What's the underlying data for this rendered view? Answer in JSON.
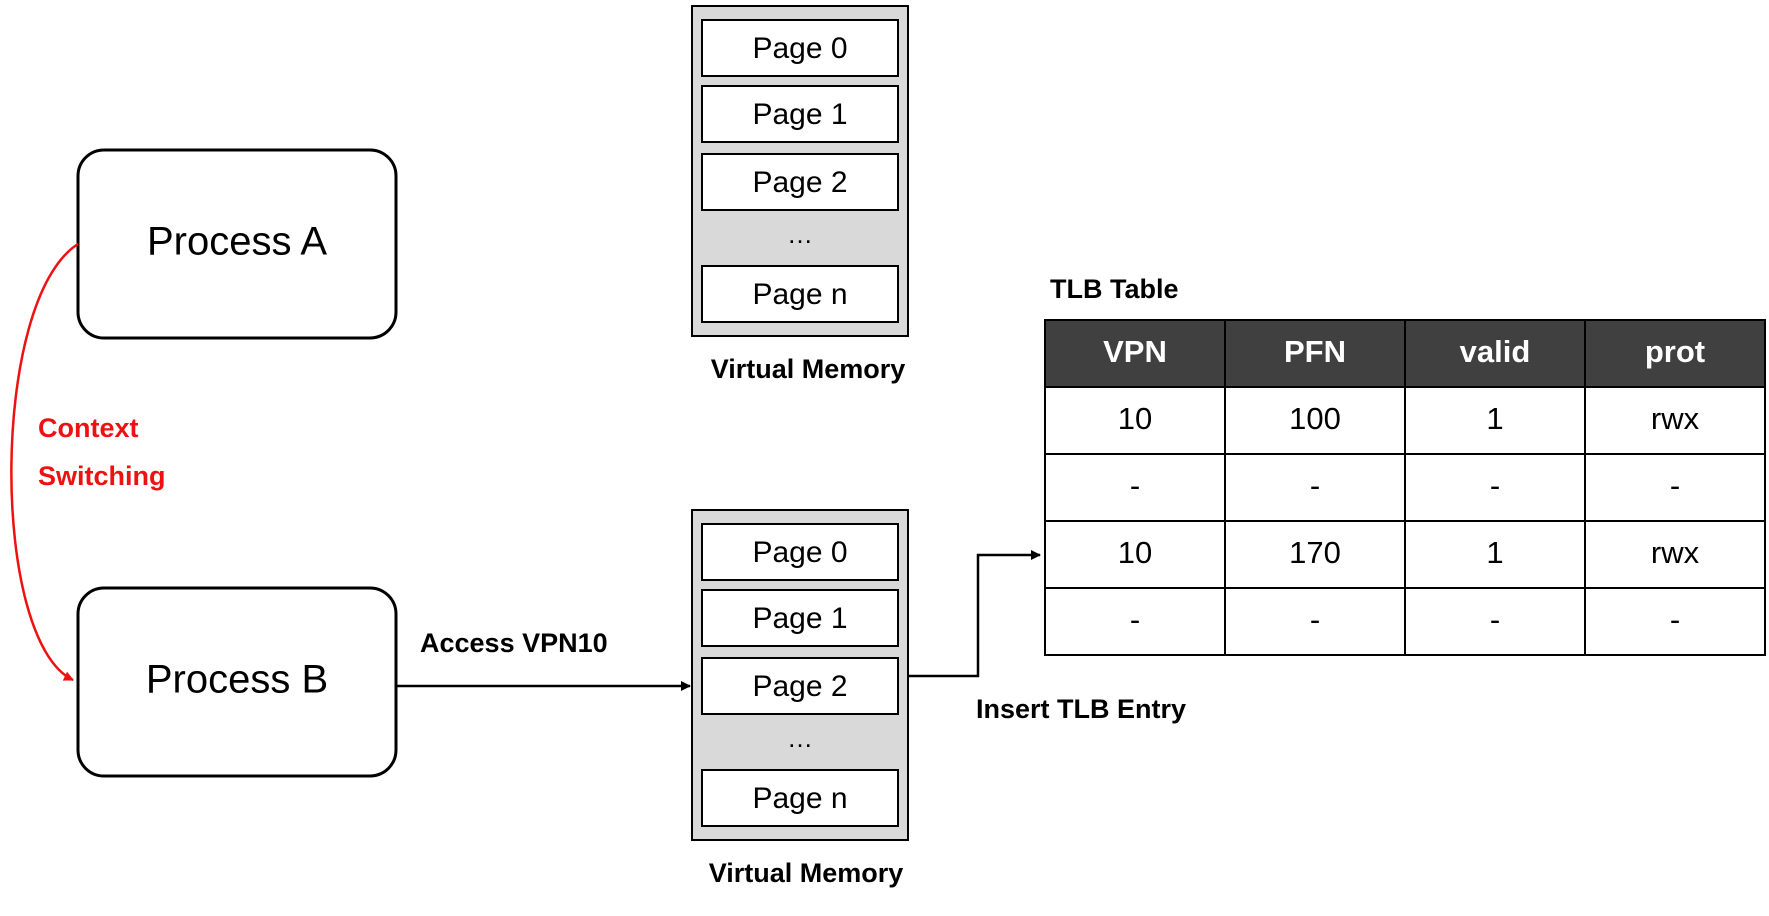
{
  "processes": {
    "a": "Process A",
    "b": "Process B"
  },
  "context_switch": {
    "line1": "Context",
    "line2": "Switching",
    "color": "#ee1111"
  },
  "access_label": "Access VPN10",
  "insert_label": "Insert TLB Entry",
  "virtual_memory": {
    "caption": "Virtual Memory",
    "pages": [
      "Page 0",
      "Page 1",
      "Page 2",
      "…",
      "Page n"
    ]
  },
  "tlb": {
    "title": "TLB Table",
    "header_color": "#404040",
    "columns": [
      "VPN",
      "PFN",
      "valid",
      "prot"
    ],
    "rows": [
      [
        "10",
        "100",
        "1",
        "rwx"
      ],
      [
        "-",
        "-",
        "-",
        "-"
      ],
      [
        "10",
        "170",
        "1",
        "rwx"
      ],
      [
        "-",
        "-",
        "-",
        "-"
      ]
    ]
  }
}
